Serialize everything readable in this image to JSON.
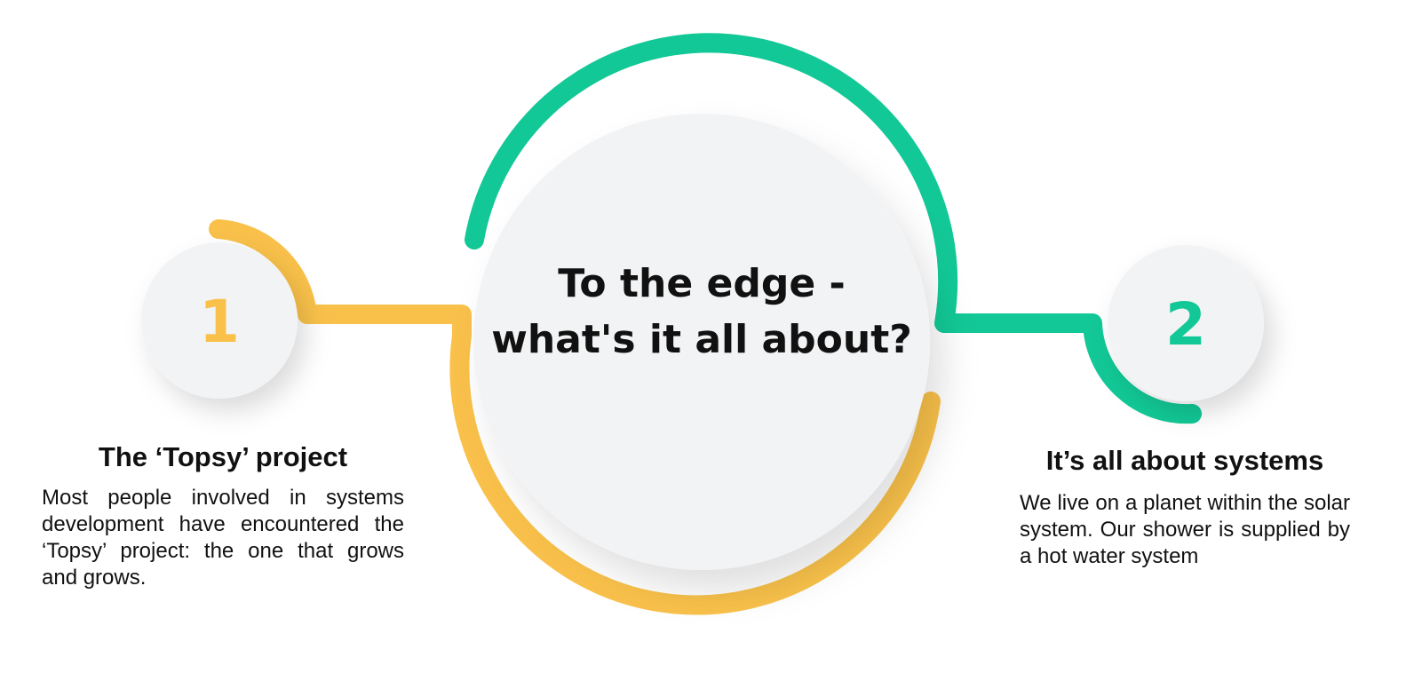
{
  "center": {
    "title_line1": "To the edge -",
    "title_line2": "what's it all about?"
  },
  "steps": [
    {
      "number": "1",
      "title": "The ‘Topsy’ project",
      "text": "Most people involved in systems development have encountered the ‘Topsy’ project: the one that grows and grows."
    },
    {
      "number": "2",
      "title": "It’s all about systems",
      "text": "We live on a planet within the solar system. Our shower is supplied by a hot water system"
    }
  ],
  "colors": {
    "yellow": "#F9C14A",
    "yellow_dark": "#E5A93A",
    "green": "#12C896",
    "green_dark": "#0FB183",
    "circle_fill": "#F2F3F5",
    "text": "#111111"
  }
}
